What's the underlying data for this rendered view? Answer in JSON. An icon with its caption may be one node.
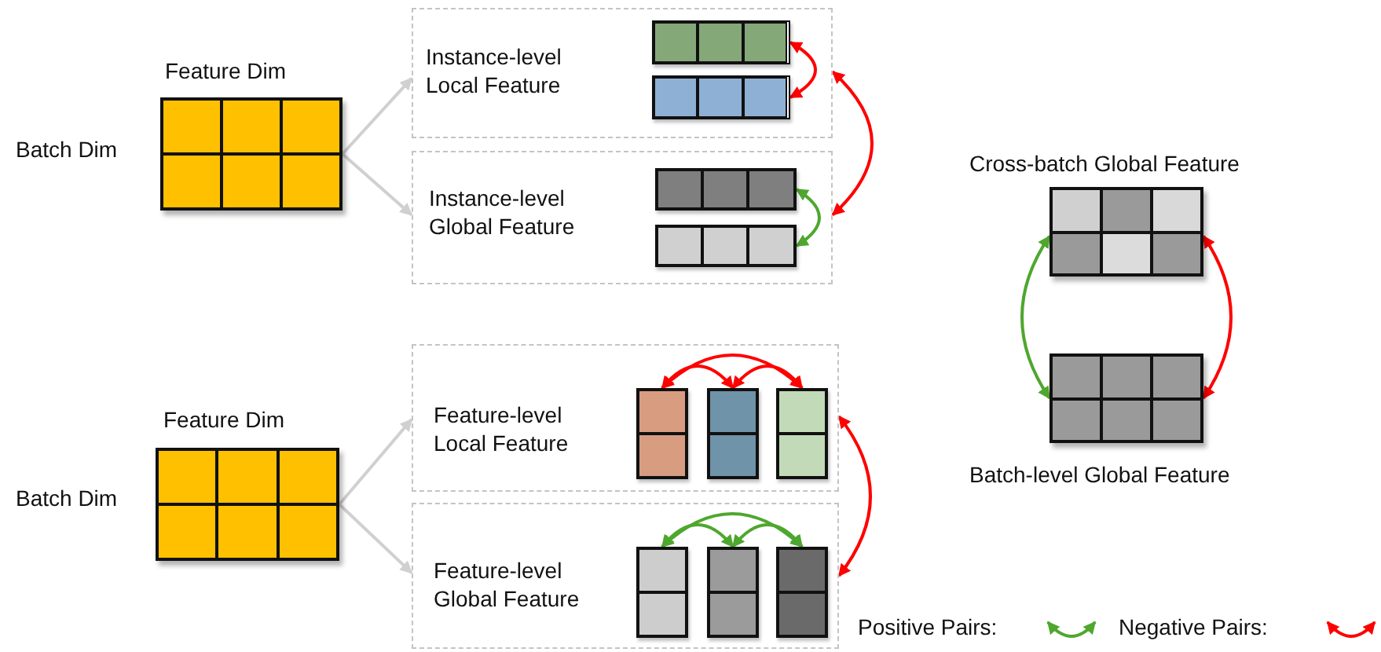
{
  "diagram": {
    "nodes": [
      {
        "text": [],
        "shape": "box",
        "beside": [
          "Feature Dim",
          "Batch Dim"
        ]
      },
      {
        "text": [
          "Instance-level Local Feature"
        ]
      },
      {
        "text": [],
        "shape": "bar",
        "in": 1
      },
      {
        "text": [],
        "shape": "bar",
        "in": 1
      },
      {
        "text": [
          "Instance-level Global Feature"
        ]
      },
      {
        "text": [],
        "shape": "bar",
        "in": 4
      },
      {
        "text": [],
        "shape": "bar",
        "in": 4
      },
      {
        "text": [],
        "shape": "box",
        "beside": [
          "Cross-batch Global Feature"
        ]
      },
      {
        "text": [],
        "shape": "box",
        "beside": [
          "Batch-level Global Feature"
        ]
      },
      {
        "text": [],
        "shape": "box",
        "beside": [
          "Feature Dim",
          "Batch Dim"
        ]
      },
      {
        "text": [
          "Feature-level Local Feature"
        ]
      },
      {
        "text": [],
        "shape": "bar",
        "in": 10
      },
      {
        "text": [],
        "shape": "bar",
        "in": 10
      },
      {
        "text": [],
        "shape": "bar",
        "in": 10
      },
      {
        "text": [
          "Feature-level Global Feature"
        ]
      },
      {
        "text": [],
        "shape": "bar",
        "in": 14
      },
      {
        "text": [],
        "shape": "bar",
        "in": 14
      },
      {
        "text": [],
        "shape": "bar",
        "in": 14
      }
    ],
    "edges": [
      {
        "from": 0,
        "to": 1,
        "arrow": "to",
        "color": "#d0d0d0"
      },
      {
        "from": 0,
        "to": 4,
        "arrow": "to",
        "color": "#d0d0d0"
      },
      {
        "from": 2,
        "to": 3,
        "arrow": "both"
      },
      {
        "from": 1,
        "to": 4,
        "arrow": "both"
      },
      {
        "from": 5,
        "to": 6,
        "arrow": "both",
        "color": "#4ea72e"
      },
      {
        "from": 7,
        "to": 8,
        "arrow": "both",
        "color": "#4ea72e"
      },
      {
        "from": 7,
        "to": 8,
        "arrow": "both"
      },
      {
        "from": 9,
        "to": 10,
        "arrow": "to",
        "color": "#d0d0d0"
      },
      {
        "from": 9,
        "to": 14,
        "arrow": "to",
        "color": "#d0d0d0"
      },
      {
        "from": 11,
        "to": 12,
        "arrow": "both"
      },
      {
        "from": 12,
        "to": 13,
        "arrow": "both"
      },
      {
        "from": 11,
        "to": 13,
        "arrow": "both"
      },
      {
        "from": 10,
        "to": 14,
        "arrow": "both"
      },
      {
        "from": 15,
        "to": 16,
        "arrow": "both",
        "color": "#4ea72e"
      },
      {
        "from": 16,
        "to": 17,
        "arrow": "both",
        "color": "#4ea72e"
      },
      {
        "from": 15,
        "to": 17,
        "arrow": "both",
        "color": "#4ea72e"
      }
    ],
    "legend": [
      {
        "text": "Positive Pairs:"
      },
      {
        "text": "Negative Pairs:"
      }
    ]
  }
}
